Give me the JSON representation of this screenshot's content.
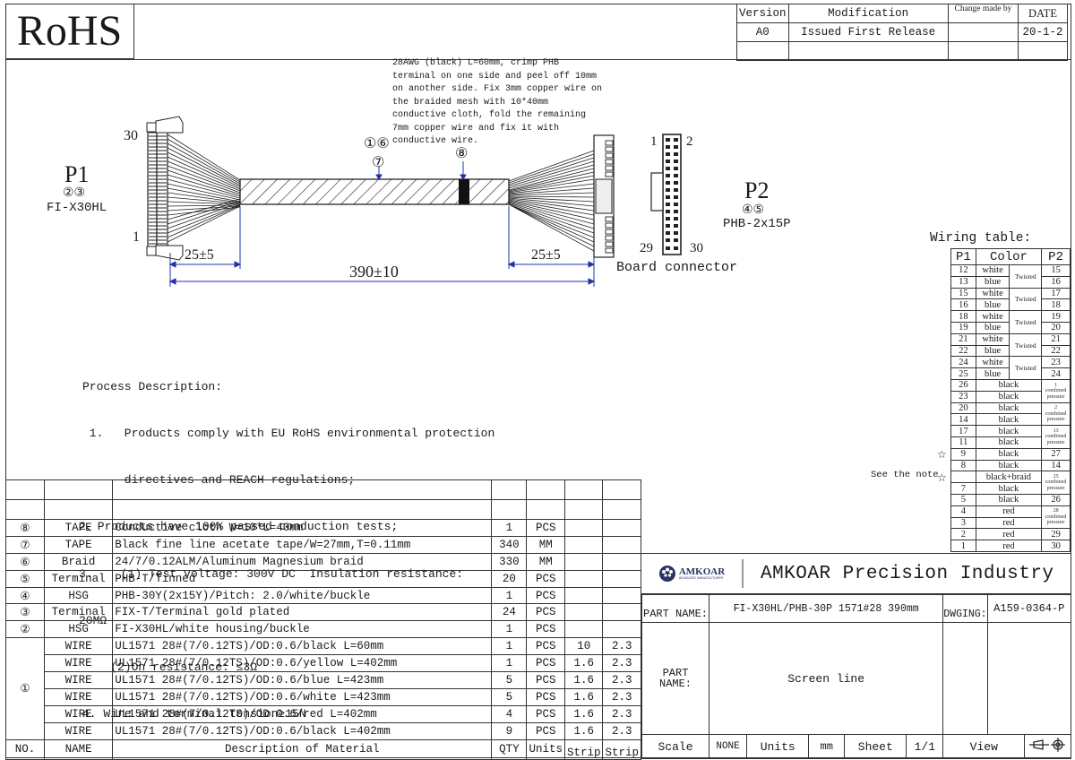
{
  "header": {
    "rohs_label": "RoHS"
  },
  "revision_table": {
    "columns": [
      "Version",
      "Modification",
      "Change made by",
      "DATE"
    ],
    "rows": [
      {
        "version": "A0",
        "modification": "Issued First Release",
        "changed_by": "",
        "date": "20-1-2"
      },
      {
        "version": "",
        "modification": "",
        "changed_by": "",
        "date": ""
      }
    ]
  },
  "note": {
    "text": "28AWG (black) L=60mm, crimp PHB terminal on one side and peel off 10mm on another side. Fix 3mm copper wire on the braided mesh with 10*40mm conductive cloth, fold the remaining 7mm copper wire and fix it with conductive wire."
  },
  "drawing": {
    "p1": {
      "name": "P1",
      "items": "②③",
      "part": "FI-X30HL",
      "pin_top": "30",
      "pin_bottom": "1"
    },
    "p2": {
      "name": "P2",
      "items": "④⑤",
      "part": "PHB-2x15P",
      "pin_tl": "1",
      "pin_tr": "2",
      "pin_bl": "29",
      "pin_br": "30",
      "board_label": "Board connector"
    },
    "callout_16": "①⑥",
    "callout_7": "⑦",
    "callout_8": "⑧",
    "dim_left": "25±5",
    "dim_right": "25±5",
    "dim_total": "390±10"
  },
  "process": {
    "title": "Process Description:",
    "lines": [
      " 1.   Products comply with EU RoHS environmental protection",
      "      directives and REACH regulations;",
      "2、Products have 100% passed conduction tests;",
      "3.    (1) Test voltage: 300V DC  Insulation resistance:",
      "20MΩ",
      "    (2)On resistance: ≤3Ω",
      "4. Wire and terminal tension≥15N"
    ]
  },
  "wiring": {
    "title": "Wiring table:",
    "headers": [
      "P1",
      "Color",
      "P2"
    ],
    "twisted_label": "Twisted",
    "see_note": "See the note",
    "star": "☆",
    "rows": [
      {
        "p1": "12",
        "color": "white",
        "p2": "15"
      },
      {
        "p1": "13",
        "color": "blue",
        "p2": "16"
      },
      {
        "p1": "15",
        "color": "white",
        "p2": "17"
      },
      {
        "p1": "16",
        "color": "blue",
        "p2": "18"
      },
      {
        "p1": "18",
        "color": "white",
        "p2": "19"
      },
      {
        "p1": "19",
        "color": "blue",
        "p2": "20"
      },
      {
        "p1": "21",
        "color": "white",
        "p2": "21"
      },
      {
        "p1": "22",
        "color": "blue",
        "p2": "22"
      },
      {
        "p1": "24",
        "color": "white",
        "p2": "23"
      },
      {
        "p1": "25",
        "color": "blue",
        "p2": "24"
      },
      {
        "p1": "26",
        "color": "black",
        "p2": "1 combined pressure"
      },
      {
        "p1": "23",
        "color": "black",
        "p2": ""
      },
      {
        "p1": "20",
        "color": "black",
        "p2": "2 combined pressure"
      },
      {
        "p1": "14",
        "color": "black",
        "p2": ""
      },
      {
        "p1": "17",
        "color": "black",
        "p2": "13 combined pressure"
      },
      {
        "p1": "11",
        "color": "black",
        "p2": ""
      },
      {
        "p1": "9",
        "color": "black",
        "p2": "27"
      },
      {
        "p1": "8",
        "color": "black",
        "p2": "14"
      },
      {
        "p1": "",
        "color": "black+braid",
        "p2": "25 combined pressure"
      },
      {
        "p1": "7",
        "color": "black",
        "p2": ""
      },
      {
        "p1": "5",
        "color": "black",
        "p2": "26"
      },
      {
        "p1": "4",
        "color": "red",
        "p2": "28 combined pressure"
      },
      {
        "p1": "3",
        "color": "red",
        "p2": ""
      },
      {
        "p1": "2",
        "color": "red",
        "p2": "29"
      },
      {
        "p1": "1",
        "color": "red",
        "p2": "30"
      }
    ],
    "cp": {
      "n1": "1",
      "n2": "2",
      "n13": "13",
      "n25": "25",
      "n28": "28",
      "word1": "combined",
      "word2": "pressure"
    }
  },
  "bom": {
    "headers": [
      "NO.",
      "NAME",
      "Description of Material",
      "QTY",
      "Units",
      "Strip",
      "Strip"
    ],
    "rows": [
      {
        "no": "⑧",
        "name": "TAPE",
        "desc": "Conductive cloth W=10*L=40mm",
        "qty": "1",
        "units": "PCS",
        "s1": "",
        "s2": ""
      },
      {
        "no": "⑦",
        "name": "TAPE",
        "desc": "Black fine line acetate tape/W=27mm,T=0.11mm",
        "qty": "340",
        "units": "MM",
        "s1": "",
        "s2": ""
      },
      {
        "no": "⑥",
        "name": "Braid",
        "desc": " 24/7/0.12ALM/Aluminum Magnesium braid",
        "qty": "330",
        "units": "MM",
        "s1": "",
        "s2": ""
      },
      {
        "no": "⑤",
        "name": "Terminal",
        "desc": " PHB-T/Tinned",
        "qty": "20",
        "units": "PCS",
        "s1": "",
        "s2": ""
      },
      {
        "no": "④",
        "name": "HSG",
        "desc": " PHB-30Y(2x15Y)/Pitch: 2.0/white/buckle",
        "qty": "1",
        "units": "PCS",
        "s1": "",
        "s2": ""
      },
      {
        "no": "③",
        "name": "Terminal",
        "desc": " FIX-T/Terminal gold plated",
        "qty": "24",
        "units": "PCS",
        "s1": "",
        "s2": ""
      },
      {
        "no": "②",
        "name": "HSG",
        "desc": " FI-X30HL/white housing/buckle",
        "qty": "1",
        "units": "PCS",
        "s1": "",
        "s2": ""
      }
    ],
    "wire_group_no": "①",
    "wire_rows": [
      {
        "name": "WIRE",
        "desc": " UL1571 28#(7/0.12TS)/OD:0.6/black L=60mm",
        "qty": "1",
        "units": "PCS",
        "s1": "10",
        "s2": "2.3"
      },
      {
        "name": "WIRE",
        "desc": " UL1571 28#(7/0.12TS)/OD:0.6/yellow L=402mm",
        "qty": "1",
        "units": "PCS",
        "s1": "1.6",
        "s2": "2.3"
      },
      {
        "name": "WIRE",
        "desc": " UL1571 28#(7/0.12TS)/OD:0.6/blue L=423mm",
        "qty": "5",
        "units": "PCS",
        "s1": "1.6",
        "s2": "2.3"
      },
      {
        "name": "WIRE",
        "desc": " UL1571 28#(7/0.12TS)/OD:0.6/white L=423mm",
        "qty": "5",
        "units": "PCS",
        "s1": "1.6",
        "s2": "2.3"
      },
      {
        "name": "WIRE",
        "desc": " UL1571 28#(7/0.12TS)/OD:0.6/red L=402mm",
        "qty": "4",
        "units": "PCS",
        "s1": "1.6",
        "s2": "2.3"
      },
      {
        "name": "WIRE",
        "desc": " UL1571 28#(7/0.12TS)/OD:0.6/black L=402mm",
        "qty": "9",
        "units": "PCS",
        "s1": "1.6",
        "s2": "2.3"
      }
    ]
  },
  "title_block": {
    "logo_text": "AMKOAR",
    "logo_sub": "ADVANCED MANUFACTURER",
    "company": "AMKOAR Precision Industry",
    "part_name_label": "PART NAME:",
    "part_name_value": "FI-X30HL/PHB-30P 1571#28 390mm",
    "dwg_label": "DWGING:",
    "dwg_value": "A159-0364-P",
    "part_name2_label_1": "PART",
    "part_name2_label_2": "NAME:",
    "part_name2_value": "Screen line",
    "scale_label": "Scale",
    "scale_value": "NONE",
    "units_label": "Units",
    "units_value": "mm",
    "sheet_label": "Sheet",
    "sheet_value": "1/1",
    "view_label": "View"
  }
}
